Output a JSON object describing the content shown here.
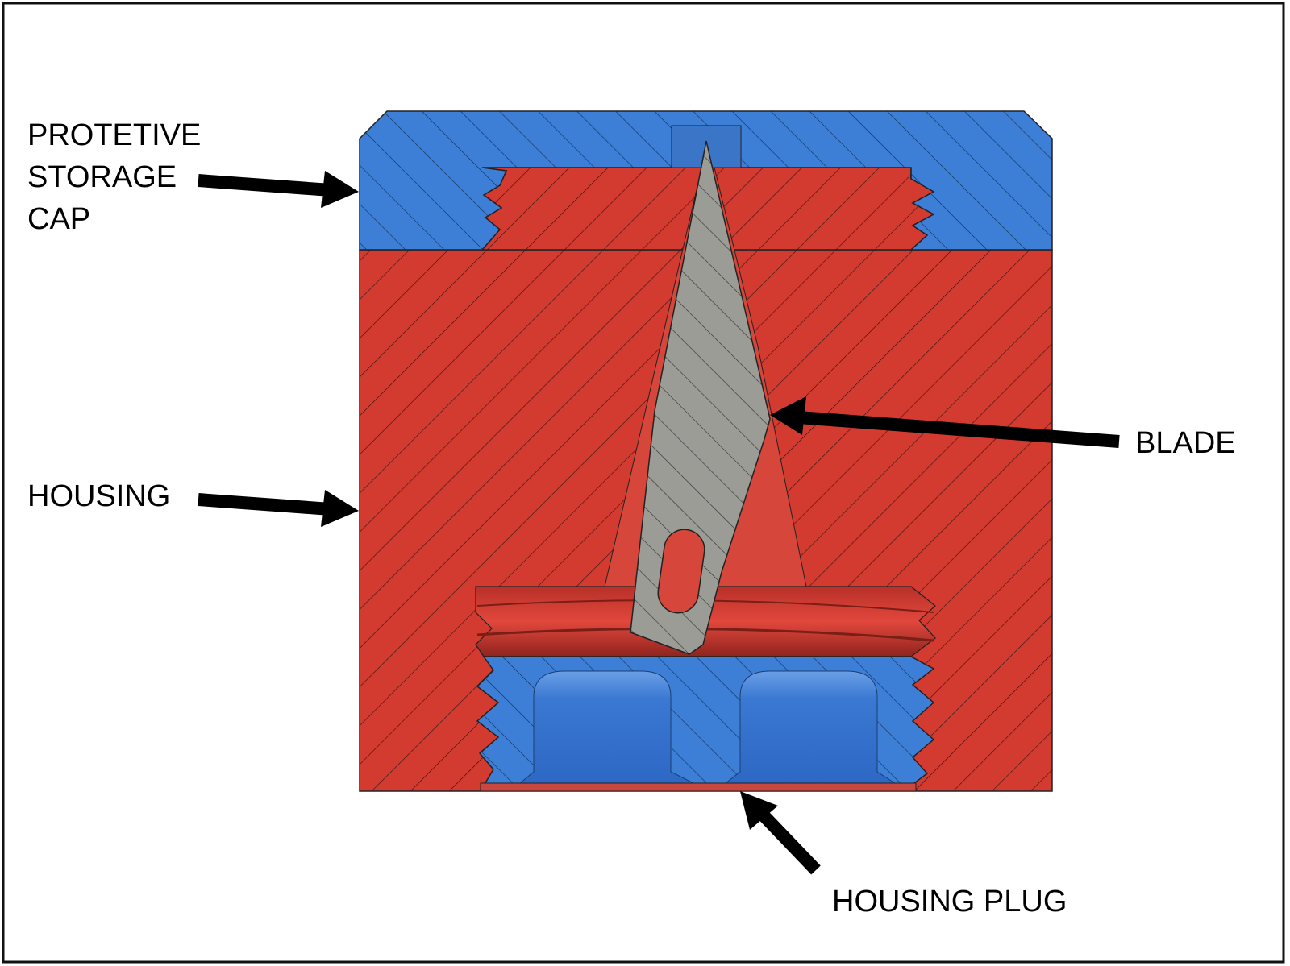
{
  "labels": {
    "cap": [
      "PROTETIVE",
      "STORAGE",
      "CAP"
    ],
    "housing": "HOUSING",
    "blade": "BLADE",
    "plug": "HOUSING PLUG"
  },
  "colors": {
    "cap": "#3d7fd6",
    "housing": "#d33b31",
    "blade": "#9c9c97",
    "plug": "#3d7fd6",
    "arrow": "#000000"
  }
}
